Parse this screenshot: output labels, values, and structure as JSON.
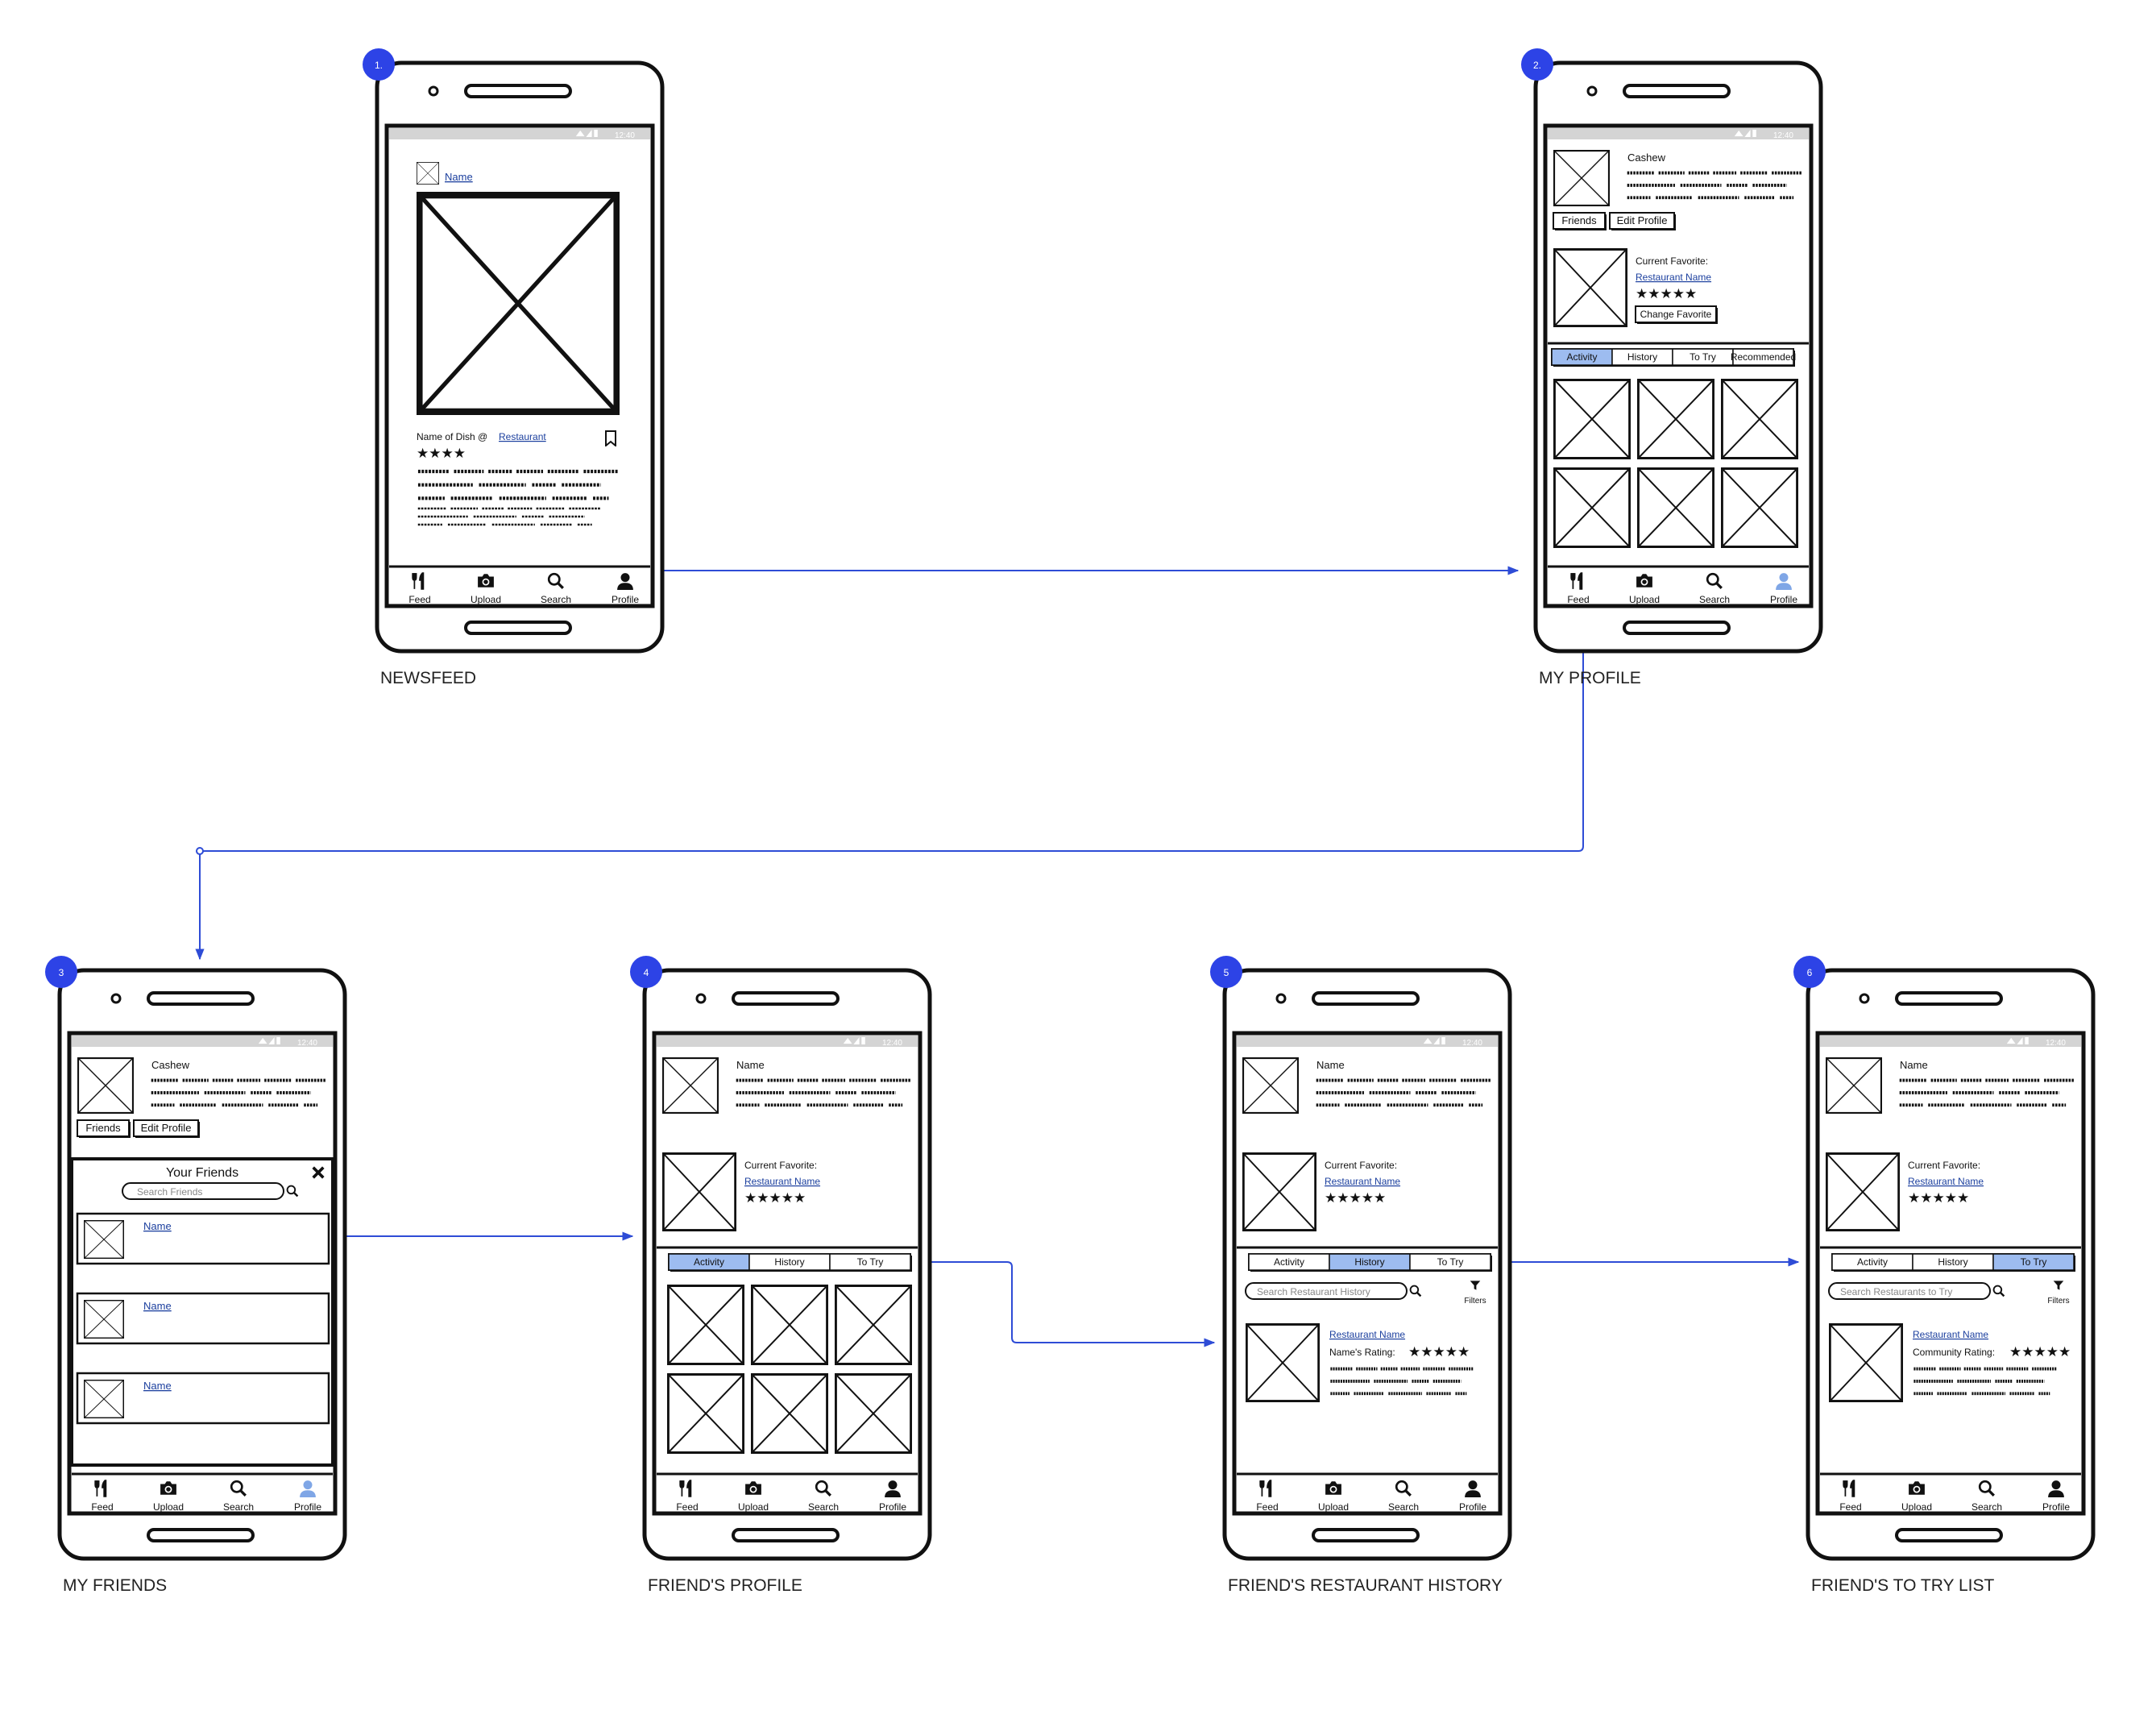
{
  "status_time": "12:40",
  "screens": [
    {
      "number": "1.",
      "title": "NEWSFEED"
    },
    {
      "number": "2.",
      "title": "MY PROFILE"
    },
    {
      "number": "3",
      "title": "MY FRIENDS"
    },
    {
      "number": "4",
      "title": "FRIEND'S PROFILE"
    },
    {
      "number": "5",
      "title": "FRIEND'S RESTAURANT HISTORY"
    },
    {
      "number": "6",
      "title": "FRIEND'S TO TRY LIST"
    }
  ],
  "nav": {
    "feed": "Feed",
    "upload": "Upload",
    "search": "Search",
    "profile": "Profile"
  },
  "feed": {
    "name": "Name",
    "dish": "Name of Dish @",
    "restaurant": "Restaurant",
    "stars": "★★★★"
  },
  "my_profile": {
    "name": "Cashew",
    "friends_btn": "Friends",
    "edit_btn": "Edit Profile",
    "current_favorite": "Current Favorite:",
    "restaurant_name": "Restaurant Name",
    "stars": "★★★★★",
    "change_favorite": "Change Favorite",
    "tabs": [
      "Activity",
      "History",
      "To Try",
      "Recommended"
    ]
  },
  "friends_panel": {
    "title": "Your Friends",
    "search_placeholder": "Search Friends",
    "items": [
      "Name",
      "Name",
      "Name"
    ]
  },
  "friend_profile": {
    "name": "Name",
    "current_favorite": "Current Favorite:",
    "restaurant_name": "Restaurant Name",
    "stars": "★★★★★",
    "tabs": [
      "Activity",
      "History",
      "To Try"
    ]
  },
  "history": {
    "search_placeholder": "Search Restaurant History",
    "filters": "Filters",
    "restaurant_name": "Restaurant Name",
    "rating_label": "Name's Rating:",
    "stars": "★★★★★"
  },
  "to_try": {
    "search_placeholder": "Search Restaurants to Try",
    "filters": "Filters",
    "restaurant_name": "Restaurant Name",
    "rating_label": "Community Rating:",
    "stars": "★★★★★"
  },
  "colors": {
    "accent": "#2d43e6",
    "connector": "#2e4cd6",
    "tab_active": "#9dbcf0",
    "link": "#1b3f9e",
    "sketch": "#111111",
    "statusbar": "#d4d4d4"
  }
}
